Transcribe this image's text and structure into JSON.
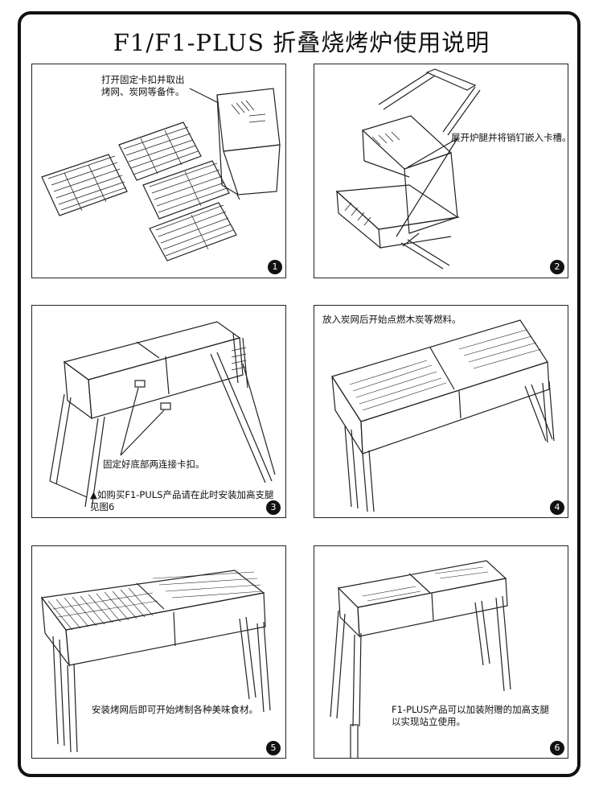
{
  "title": "F1/F1-PLUS 折叠烧烤炉使用说明",
  "panels": [
    {
      "number": "1",
      "caption_lines": [
        "打开固定卡扣并取出",
        "烤网、炭网等备件。"
      ]
    },
    {
      "number": "2",
      "caption_lines": [
        "展开炉腿并将销钉嵌入卡槽。"
      ]
    },
    {
      "number": "3",
      "caption_lines": [
        "固定好底部两连接卡扣。"
      ],
      "note_lines": [
        "▲如购买F1-PULS产品请在此时安装加高支腿",
        "见图6"
      ]
    },
    {
      "number": "4",
      "caption_lines": [
        "放入炭网后开始点燃木炭等燃料。"
      ]
    },
    {
      "number": "5",
      "caption_lines": [
        "安装烤网后即可开始烤制各种美味食材。"
      ]
    },
    {
      "number": "6",
      "caption_lines": [
        "F1-PLUS产品可以加装附赠的加高支腿",
        "以实现站立使用。"
      ]
    }
  ]
}
